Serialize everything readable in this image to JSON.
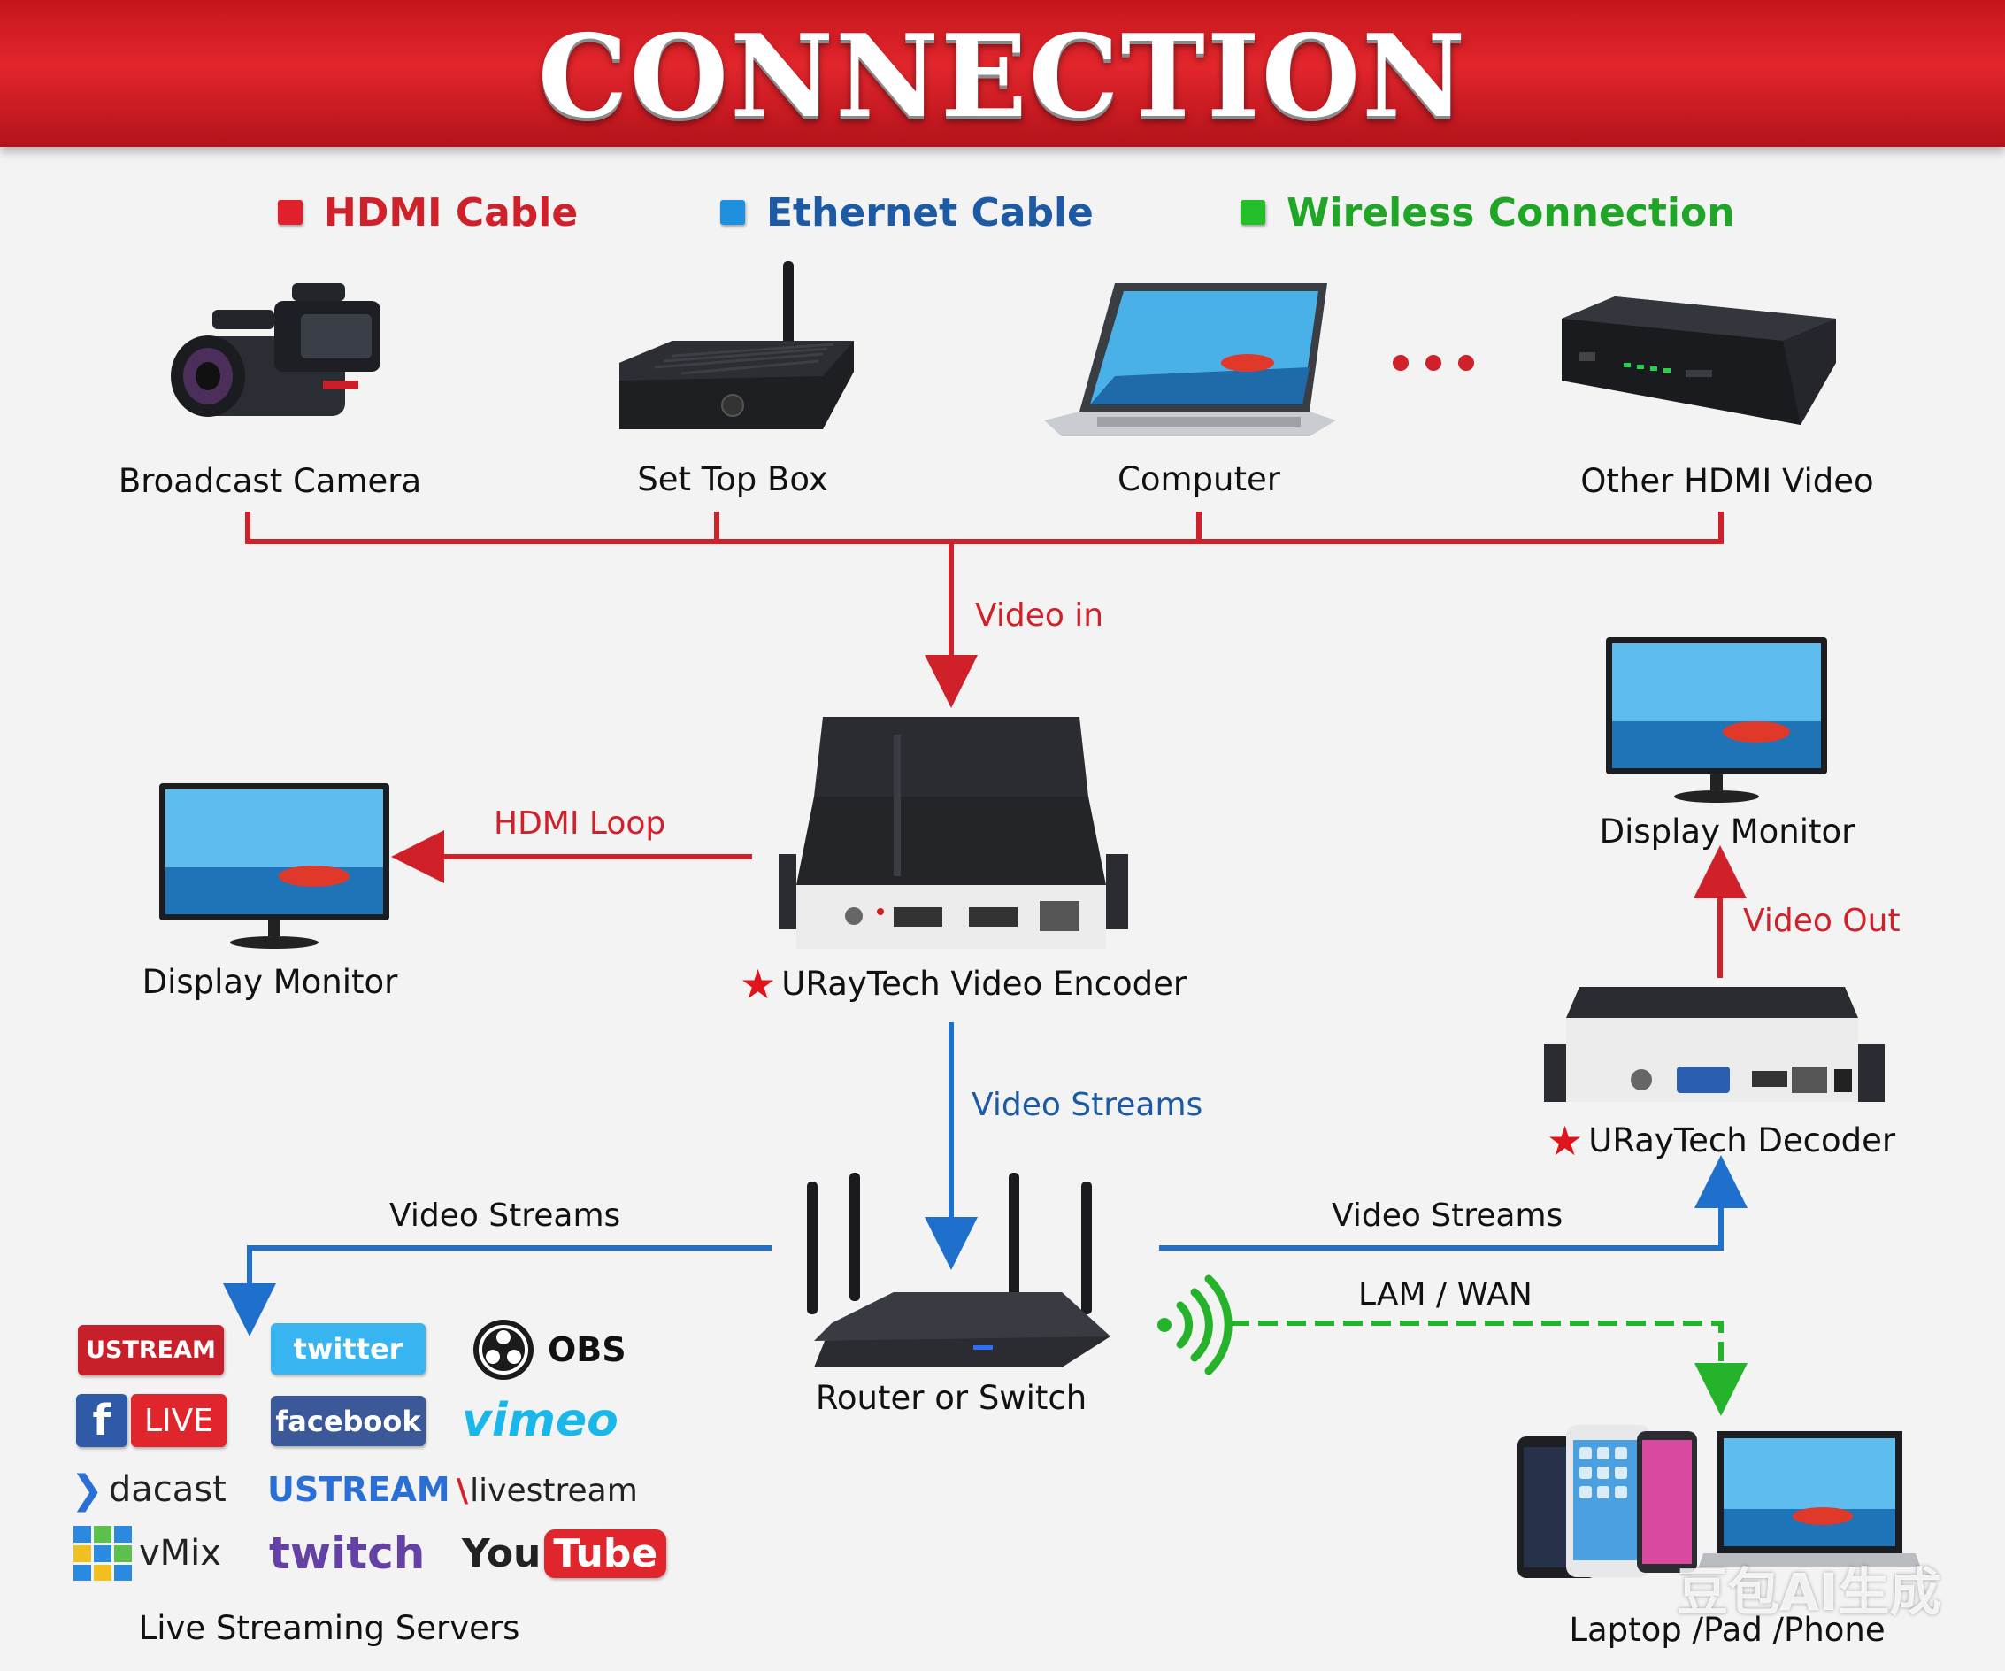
{
  "title": "CONNECTION",
  "legend": [
    {
      "label": "HDMI Cable",
      "color": "#d0202a"
    },
    {
      "label": "Ethernet Cable",
      "color": "#1c5aa6"
    },
    {
      "label": "Wireless Connection",
      "color": "#24b32a"
    }
  ],
  "sources": {
    "camera": "Broadcast Camera",
    "set_top_box": "Set Top Box",
    "computer": "Computer",
    "other": "Other HDMI Video"
  },
  "flows": {
    "video_in": "Video in",
    "hdmi_loop": "HDMI Loop",
    "video_streams_down": "Video Streams",
    "video_streams_left": "Video Streams",
    "video_streams_right": "Video Streams",
    "video_out": "Video Out",
    "lan_wan": "LAM / WAN"
  },
  "devices": {
    "encoder": "URayTech Video Encoder",
    "decoder": "URayTech Decoder",
    "monitor_left": "Display Monitor",
    "monitor_right": "Display Monitor",
    "router": "Router or Switch",
    "clients": "Laptop /Pad /Phone",
    "servers": "Live Streaming Servers"
  },
  "streaming_logos": [
    "USTREAM",
    "twitter",
    "OBS",
    "LIVE",
    "facebook",
    "vimeo",
    "dacast",
    "USTREAM",
    "livestream",
    "vMix",
    "twitch",
    "You",
    "Tube"
  ],
  "watermark": "豆包AI生成",
  "colors": {
    "banner": "#d8202a",
    "hdmi": "#d0202a",
    "ethernet": "#1c5aa6",
    "wireless": "#24b32a"
  }
}
